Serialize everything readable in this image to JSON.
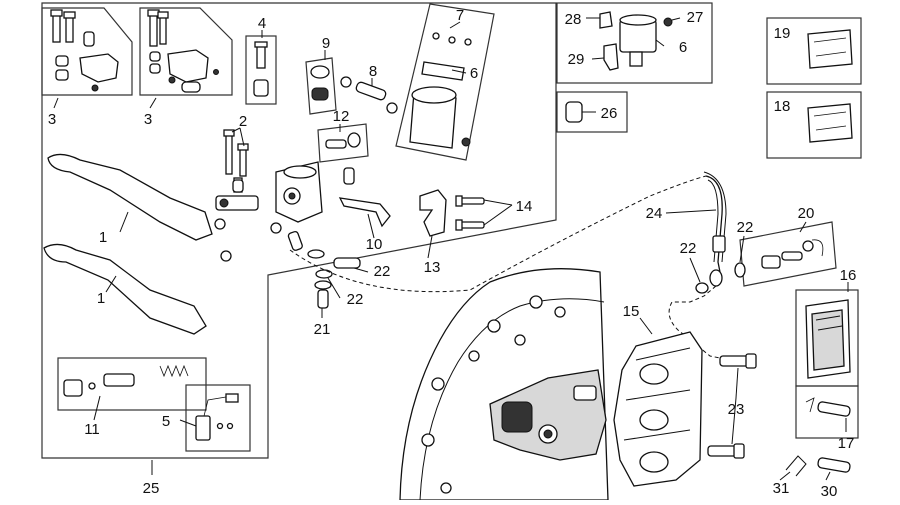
{
  "callouts": {
    "c1a": "1",
    "c1b": "1",
    "c2": "2",
    "c3a": "3",
    "c3b": "3",
    "c4": "4",
    "c5": "5",
    "c6a": "6",
    "c6b": "6",
    "c7": "7",
    "c8": "8",
    "c9": "9",
    "c10": "10",
    "c11": "11",
    "c12": "12",
    "c13": "13",
    "c14": "14",
    "c15": "15",
    "c16": "16",
    "c17": "17",
    "c18": "18",
    "c19": "19",
    "c20": "20",
    "c21": "21",
    "c22a": "22",
    "c22b": "22",
    "c22c": "22",
    "c22d": "22",
    "c23": "23",
    "c24": "24",
    "c25": "25",
    "c26": "26",
    "c27": "27",
    "c28": "28",
    "c29": "29",
    "c30": "30",
    "c31": "31"
  }
}
